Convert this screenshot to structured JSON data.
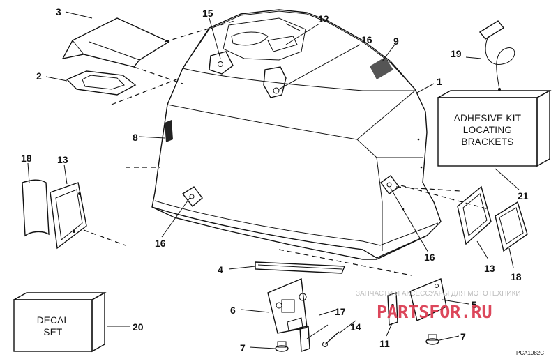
{
  "callouts": {
    "c1": "1",
    "c2": "2",
    "c3": "3",
    "c4": "4",
    "c5": "5",
    "c6": "6",
    "c7a": "7",
    "c7b": "7",
    "c8": "8",
    "c9": "9",
    "c11": "11",
    "c12": "12",
    "c13a": "13",
    "c13b": "13",
    "c14": "14",
    "c15": "15",
    "c16a": "16",
    "c16b": "16",
    "c16c": "16",
    "c17": "17",
    "c18a": "18",
    "c18b": "18",
    "c19": "19",
    "c20": "20",
    "c21": "21"
  },
  "adhesive_box": {
    "line1": "ADHESIVE KIT",
    "line2": "LOCATING",
    "line3": "BRACKETS"
  },
  "decal_box": {
    "line1": "DECAL",
    "line2": "SET"
  },
  "watermark": {
    "text": "ЗАПЧАСТИ И АКСЕССУАРЫ ДЛЯ МОТОТЕХНИКИ",
    "brand": "PARTSFOR.RU"
  },
  "reference_code": "PCA1082C",
  "colors": {
    "ink": "#111111",
    "brand": "#d9344a",
    "watermark": "#bdbdbd",
    "background": "#ffffff"
  }
}
